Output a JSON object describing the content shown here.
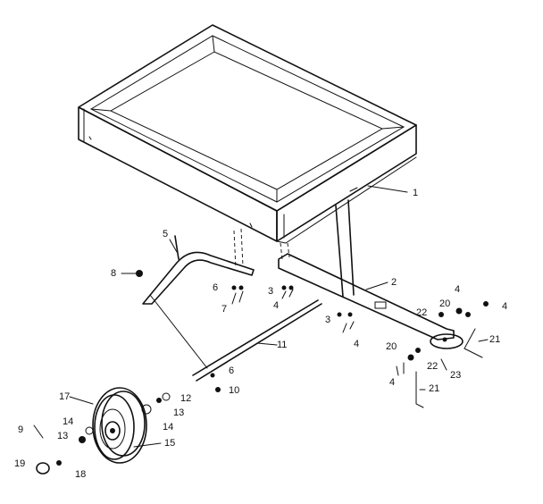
{
  "labels": {
    "l1": "1",
    "l2": "2",
    "l3a": "3",
    "l3b": "3",
    "l4a": "4",
    "l4b": "4",
    "l4c": "4",
    "l4d": "4",
    "l4e": "4",
    "l5": "5",
    "l6a": "6",
    "l6b": "6",
    "l7": "7",
    "l8": "8",
    "l9": "9",
    "l10": "10",
    "l11": "11",
    "l12": "12",
    "l13a": "13",
    "l13b": "13",
    "l14a": "14",
    "l14b": "14",
    "l15": "15",
    "l17": "17",
    "l18": "18",
    "l19": "19",
    "l20a": "20",
    "l20b": "20",
    "l21a": "21",
    "l21b": "21",
    "l22a": "22",
    "l22b": "22",
    "l23": "23"
  },
  "colors": {
    "ink": "#111111",
    "background": "#ffffff"
  }
}
